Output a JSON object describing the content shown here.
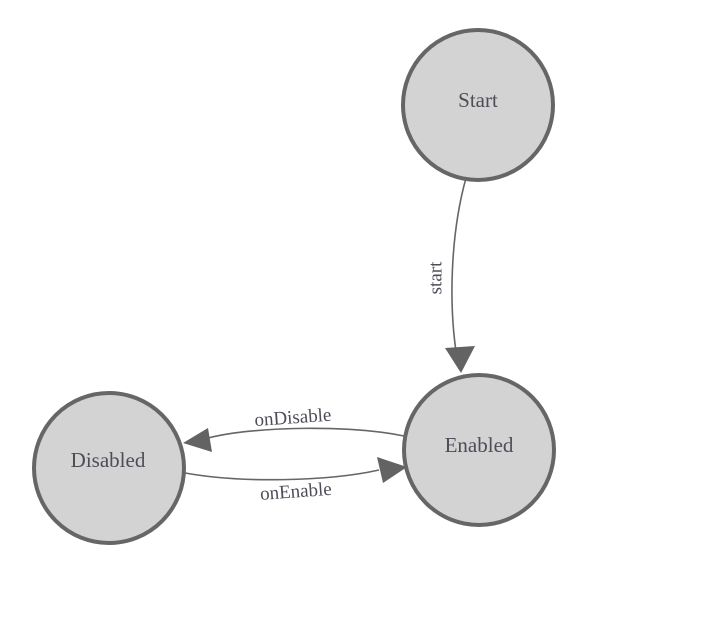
{
  "diagram": {
    "type": "state-machine-graph",
    "nodes": [
      {
        "id": "start",
        "label": "Start"
      },
      {
        "id": "enabled",
        "label": "Enabled"
      },
      {
        "id": "disabled",
        "label": "Disabled"
      }
    ],
    "edges": [
      {
        "from": "start",
        "to": "enabled",
        "label": "start"
      },
      {
        "from": "enabled",
        "to": "disabled",
        "label": "onDisable"
      },
      {
        "from": "disabled",
        "to": "enabled",
        "label": "onEnable"
      }
    ],
    "colors": {
      "background": "#ffffff",
      "node_fill": "#d3d3d3",
      "node_stroke": "#666666",
      "edge_stroke": "#666666",
      "arrow_fill": "#636363",
      "label_text": "#4d4d57"
    }
  }
}
